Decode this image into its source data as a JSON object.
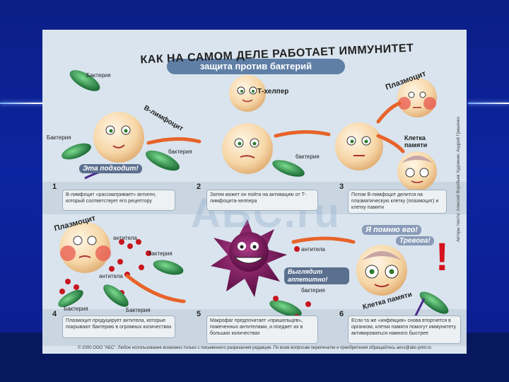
{
  "poster": {
    "title": "КАК НА САМОМ ДЕЛЕ РАБОТАЕТ ИММУНИТЕТ",
    "subtitle": "защита против бактерий",
    "watermark": "ABC.ru",
    "footer": "© 2000 ООО \"АБС\". Любое использование возможно только с письменного разрешения редакции. По всем вопросам перепечатки и приобретения обращайтесь aess@abc-print.ru",
    "side_credit": "Авторы текста: Алексей Воробьев Художник: Андрей Гришенко"
  },
  "labels": {
    "bacteria": "Бактерия",
    "bacteria_lower": "бактерия",
    "b_lymphocyte": "В-лимфоцит",
    "t_helper": "Т-хелпер",
    "plasmocyte": "Плазмоцит",
    "memory_cell": "Клетка памяти",
    "memory_cell_curved": "Клетка памяти",
    "antibody": "антитела"
  },
  "speech": {
    "fits": "Эта подходит!",
    "looks_tasty": "Выглядит аппетитно!",
    "remember": "Я помню его!",
    "alarm": "Тревога!"
  },
  "steps": [
    {
      "num": "1",
      "text": "В-лимфоцит «рассматривает» антиген, который соответствует его рецептору"
    },
    {
      "num": "2",
      "text": "Затем может он пойти на активацию от Т-лимфоцита-хелпера"
    },
    {
      "num": "3",
      "text": "Потом В-лимфоцит делится на плазматическую клетку (плазмоцит) и клетку памяти"
    },
    {
      "num": "4",
      "text": "Плазмоцит продуцирует антитела, которые покрывают бактерию в огромных количествах"
    },
    {
      "num": "5",
      "text": "Макрофаг предпочитает «пришельцев», помеченных антителами, и поедает их в больших количествах"
    },
    {
      "num": "6",
      "text": "Если та же «инфекция» снова вторгнется в организм, клетки памяти помогут иммунитету активироваться намного быстрее"
    }
  ],
  "colors": {
    "background": "#0b1e86",
    "poster": "#d9e4ee",
    "arrow": "#e8632a",
    "bacteria": "#2f8f4e",
    "antibody": "#c8161e",
    "macrophage": "#7a1a5c"
  }
}
